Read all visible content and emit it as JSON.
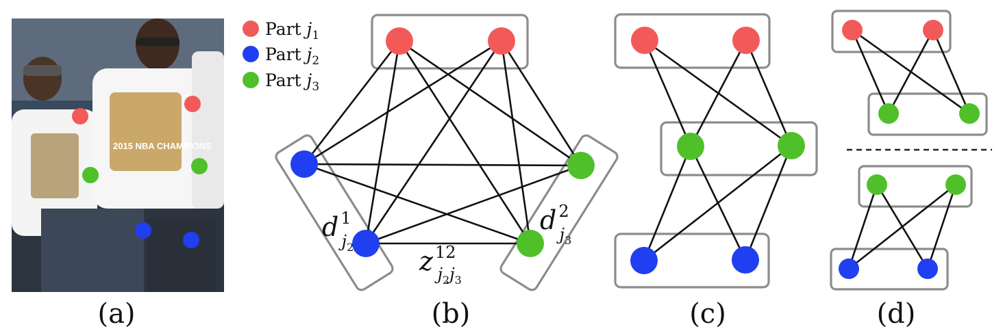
{
  "legend": [
    {
      "label": "Part ",
      "var": "j",
      "sub": "1",
      "color": "#f25a5a"
    },
    {
      "label": "Part ",
      "var": "j",
      "sub": "2",
      "color": "#1f3ff0"
    },
    {
      "label": "Part ",
      "var": "j",
      "sub": "3",
      "color": "#4fc02a"
    }
  ],
  "colors": {
    "part1": "#f25a5a",
    "part2": "#1f3ff0",
    "part3": "#4fc02a",
    "box": "#8c8c8c",
    "photo_bg": "#3a4a5e"
  },
  "panel_b": {
    "d_left": {
      "base": "d",
      "sup": "1",
      "sub": "j",
      "subsub": "2"
    },
    "d_right": {
      "base": "d",
      "sup": "2",
      "sub": "j",
      "subsub": "3"
    },
    "z": {
      "base": "z",
      "sup": "12",
      "sub": "j",
      "subsub1": "2",
      "sub2": "j",
      "subsub2": "3"
    }
  },
  "captions": {
    "a": "(a)",
    "b": "(b)",
    "c": "(c)",
    "d": "(d)"
  },
  "photo": {
    "shirt_text": "2015 NBA CHAMPIONS"
  }
}
